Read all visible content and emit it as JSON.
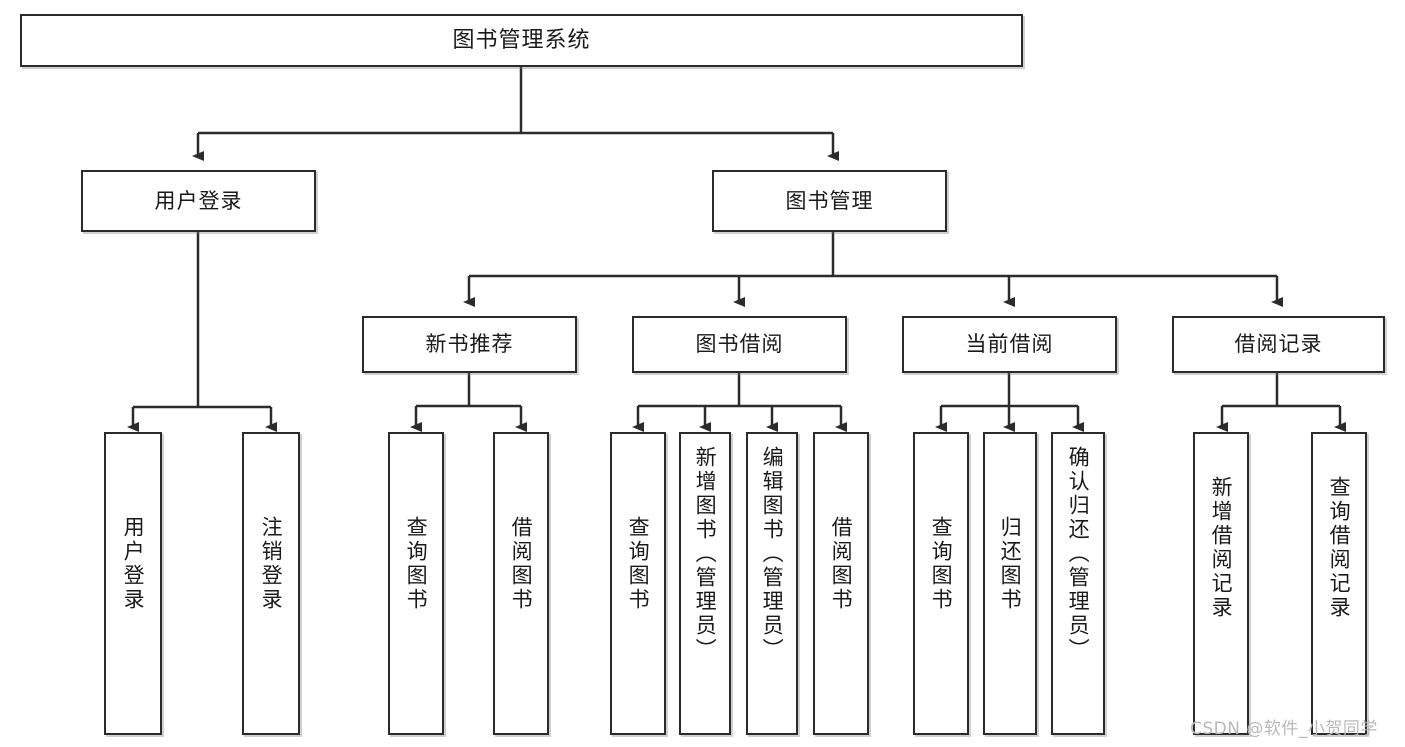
{
  "diagram": {
    "title": "图书管理系统",
    "type": "hierarchy-tree",
    "orientation": "top-down",
    "watermark": "CSDN @软件_小贺同学"
  },
  "nodes": {
    "root": {
      "label": "图书管理系统"
    },
    "level2": [
      {
        "label": "用户登录"
      },
      {
        "label": "图书管理"
      }
    ],
    "level3": [
      {
        "label": "新书推荐"
      },
      {
        "label": "图书借阅"
      },
      {
        "label": "当前借阅"
      },
      {
        "label": "借阅记录"
      }
    ],
    "leaves": {
      "user_login": [
        {
          "label": "用户登录"
        },
        {
          "label": "注销登录"
        }
      ],
      "new_book": [
        {
          "label": "查询图书"
        },
        {
          "label": "借阅图书"
        }
      ],
      "book_borrow": [
        {
          "label": "查询图书"
        },
        {
          "label": "新增图书（管理员）"
        },
        {
          "label": "编辑图书（管理员）"
        },
        {
          "label": "借阅图书"
        }
      ],
      "current_borrow": [
        {
          "label": "查询图书"
        },
        {
          "label": "归还图书"
        },
        {
          "label": "确认归还（管理员）"
        }
      ],
      "borrow_record": [
        {
          "label": "新增借阅记录"
        },
        {
          "label": "查询借阅记录"
        }
      ]
    }
  },
  "style": {
    "border_color": "#2b2b2b",
    "fill_color": "#ffffff",
    "text_color": "#1a1a1a",
    "watermark_color": "#b9b9b9"
  }
}
